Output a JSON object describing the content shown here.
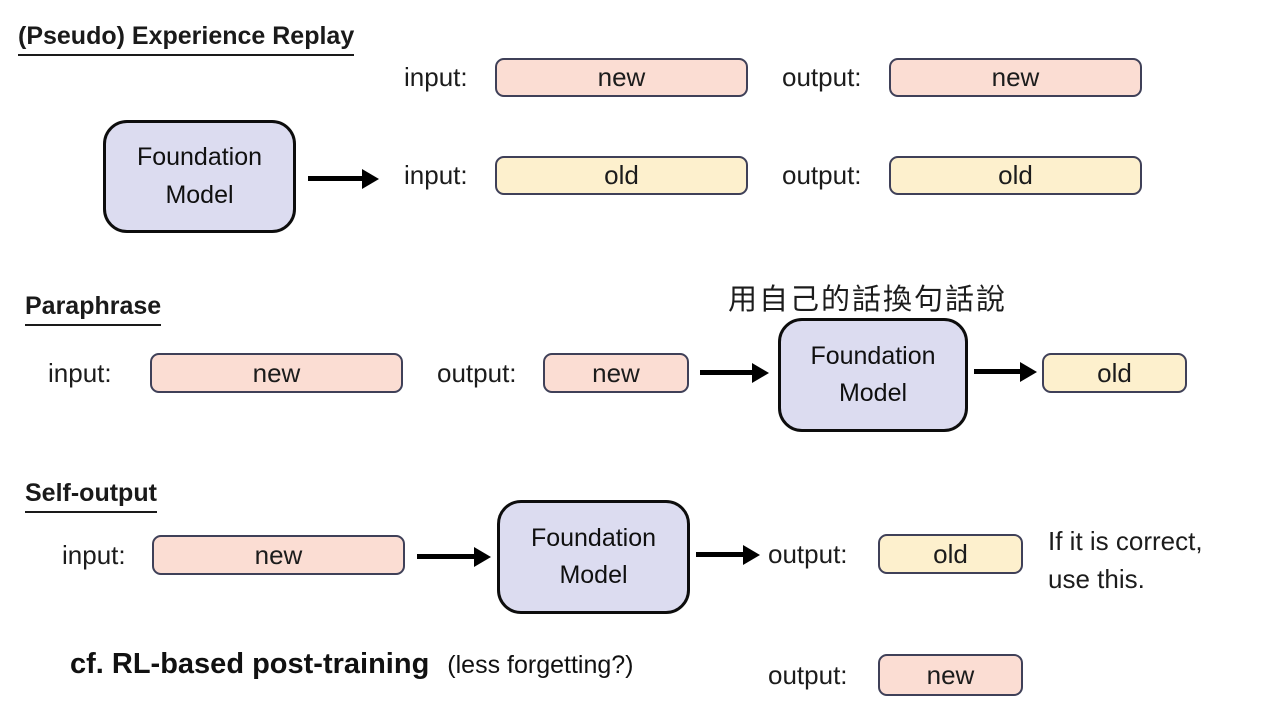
{
  "colors": {
    "background": "#ffffff",
    "pink_fill": "#fbddd3",
    "yellow_fill": "#fdf0cd",
    "lavender_fill": "#dcdcf0",
    "pill_border": "#3f4058",
    "model_border": "#0d0d0d",
    "arrow": "#000000",
    "text": "#1c1c1c"
  },
  "model": {
    "line1": "Foundation",
    "line2": "Model"
  },
  "sections": {
    "experience_replay": {
      "title": "(Pseudo) Experience Replay",
      "rows": [
        {
          "input_label": "input:",
          "input_value": "new",
          "output_label": "output:",
          "output_value": "new"
        },
        {
          "input_label": "input:",
          "input_value": "old",
          "output_label": "output:",
          "output_value": "old"
        }
      ]
    },
    "paraphrase": {
      "title": "Paraphrase",
      "annotation_zh": "用自己的話換句話說",
      "input_label": "input:",
      "input_value": "new",
      "output_label": "output:",
      "output_value": "new",
      "result_value": "old"
    },
    "self_output": {
      "title": "Self-output",
      "input_label": "input:",
      "input_value": "new",
      "output_label": "output:",
      "output_value": "old",
      "note_line1": "If it is correct,",
      "note_line2": "use this."
    },
    "footer": {
      "cf_bold": "cf. RL-based post-training",
      "cf_note": "(less forgetting?)",
      "output_label": "output:",
      "output_value": "new"
    }
  }
}
